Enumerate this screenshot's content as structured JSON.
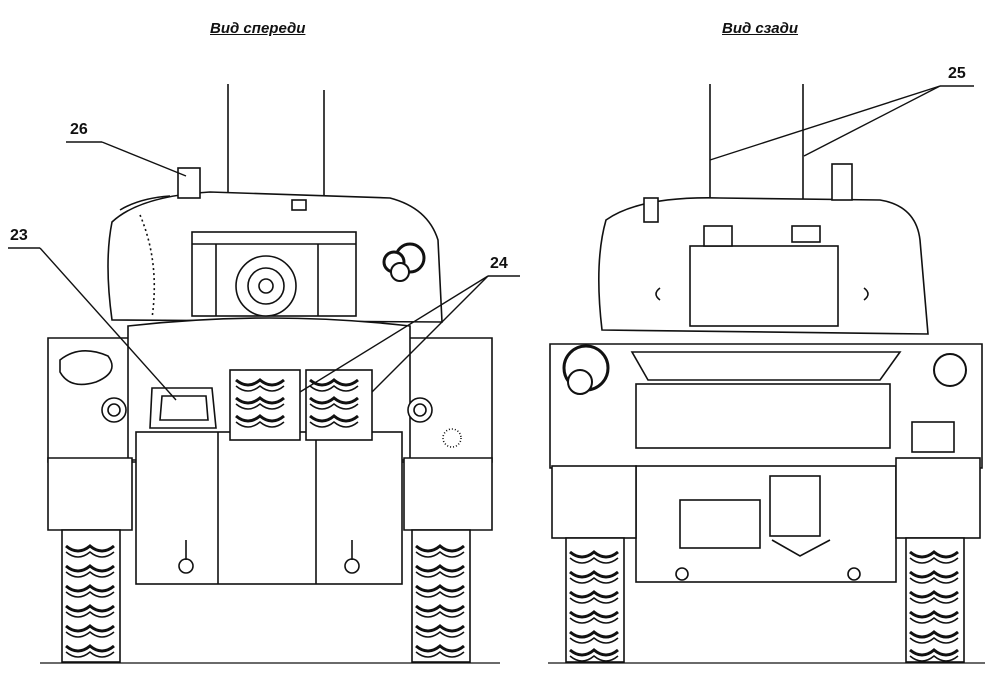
{
  "views": {
    "front": {
      "title": "Вид спереди"
    },
    "rear": {
      "title": "Вид сзади"
    }
  },
  "callouts": {
    "c23": "23",
    "c24": "24",
    "c25": "25",
    "c26": "26"
  },
  "colors": {
    "ink": "#111111",
    "hull": "#ffffff"
  }
}
